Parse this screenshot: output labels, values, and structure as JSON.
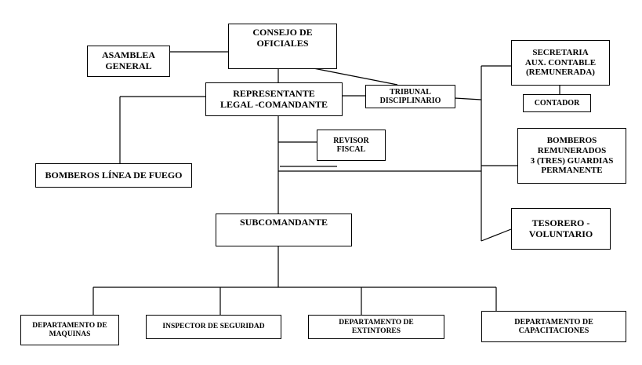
{
  "nodes": {
    "consejo": "CONSEJO DE\nOFICIALES",
    "asamblea": "ASAMBLEA\nGENERAL",
    "representante": "REPRESENTANTE\nLEGAL -COMANDANTE",
    "tribunal": "TRIBUNAL\nDISCIPLINARIO",
    "secretaria": "SECRETARIA\nAUX. CONTABLE\n(REMUNERADA)",
    "contador": "CONTADOR",
    "revisor": "REVISOR\nFISCAL",
    "bomberos_linea": "BOMBEROS LÍNEA DE FUEGO",
    "bomberos_remunerados": "BOMBEROS\nREMUNERADOS\n3 (TRES) GUARDIAS\nPERMANENTE",
    "subcomandante": "SUBCOMANDANTE",
    "tesorero": "TESORERO -\nVOLUNTARIO",
    "dep_maquinas": "DEPARTAMENTO DE\nMAQUINAS",
    "inspector": "INSPECTOR DE SEGURIDAD",
    "dep_extintores": "DEPARTAMENTO DE\nEXTINTORES",
    "dep_capacitaciones": "DEPARTAMENTO DE\nCAPACITACIONES"
  }
}
